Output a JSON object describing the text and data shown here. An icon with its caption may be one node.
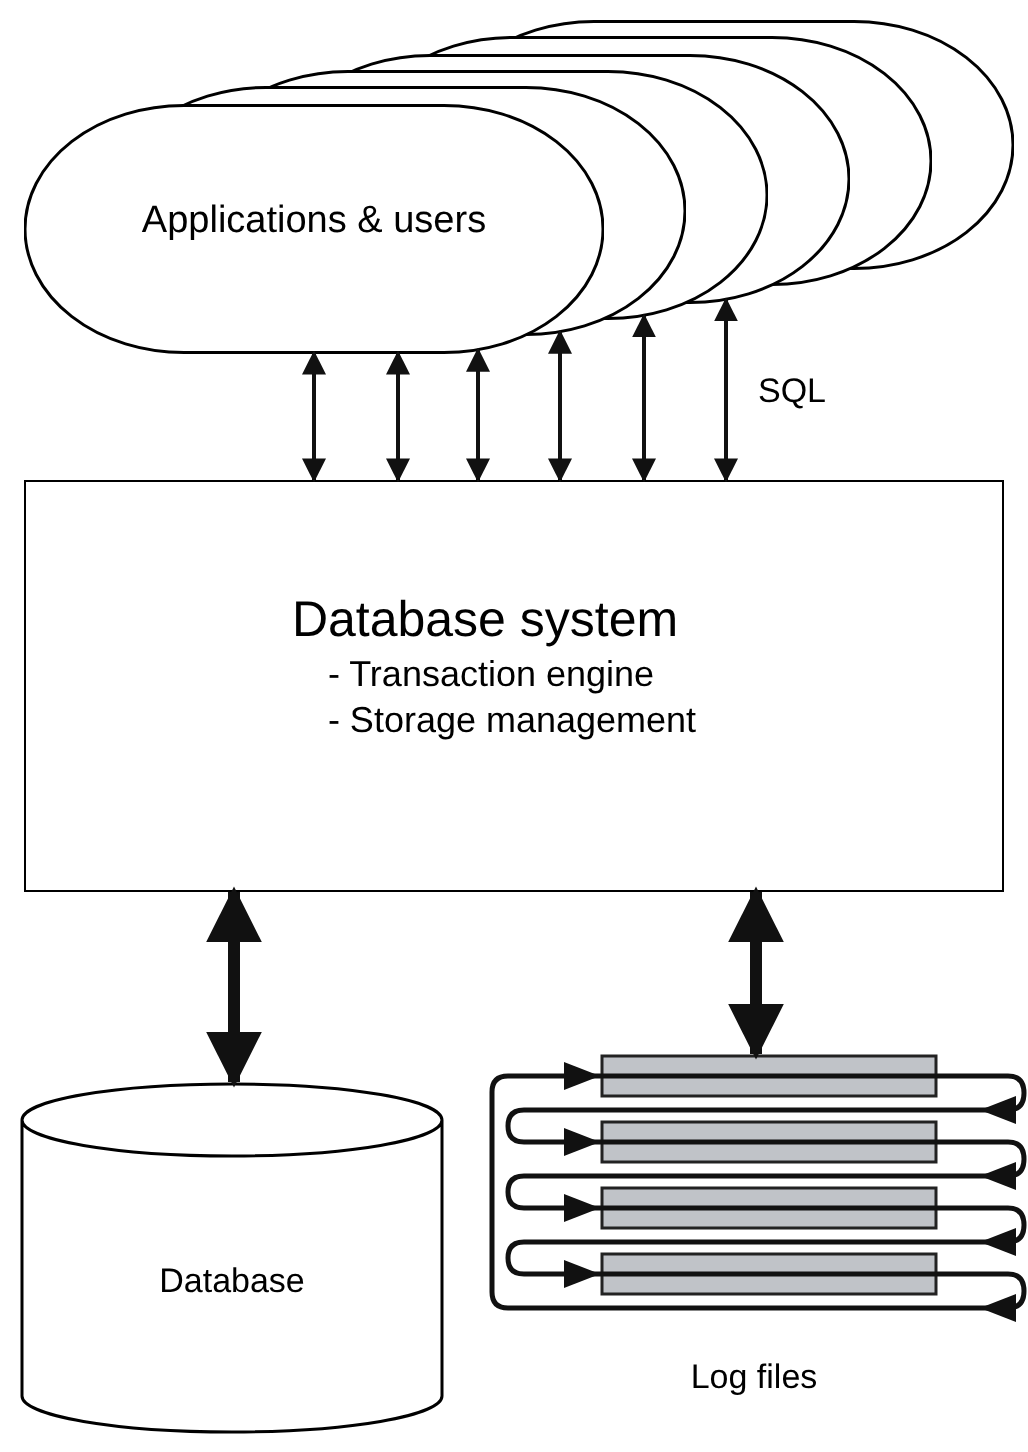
{
  "diagram": {
    "nodes": [
      {
        "text": [
          "Applications & users"
        ]
      },
      {
        "text": [],
        "shape": "stadium"
      },
      {
        "text": [],
        "shape": "stadium"
      },
      {
        "text": [],
        "shape": "stadium"
      },
      {
        "text": [],
        "shape": "stadium"
      },
      {
        "text": [],
        "shape": "stadium"
      },
      {
        "text": [
          "Database system",
          "- Transaction engine",
          "- Storage management"
        ]
      },
      {
        "text": [
          "Database"
        ]
      },
      {
        "text": [
          "Log files"
        ]
      }
    ],
    "edges": [
      {
        "from": 0,
        "to": 6,
        "arrow": "both"
      },
      {
        "from": 1,
        "to": 6,
        "arrow": "both"
      },
      {
        "from": 2,
        "to": 6,
        "arrow": "both"
      },
      {
        "from": 3,
        "to": 6,
        "arrow": "both"
      },
      {
        "from": 4,
        "to": 6,
        "arrow": "both"
      },
      {
        "from": 5,
        "to": 6,
        "arrow": "both",
        "label": "SQL"
      },
      {
        "from": 6,
        "to": 7,
        "arrow": "both",
        "style": "thick"
      },
      {
        "from": 6,
        "to": 8,
        "arrow": "both",
        "style": "thick"
      }
    ]
  }
}
